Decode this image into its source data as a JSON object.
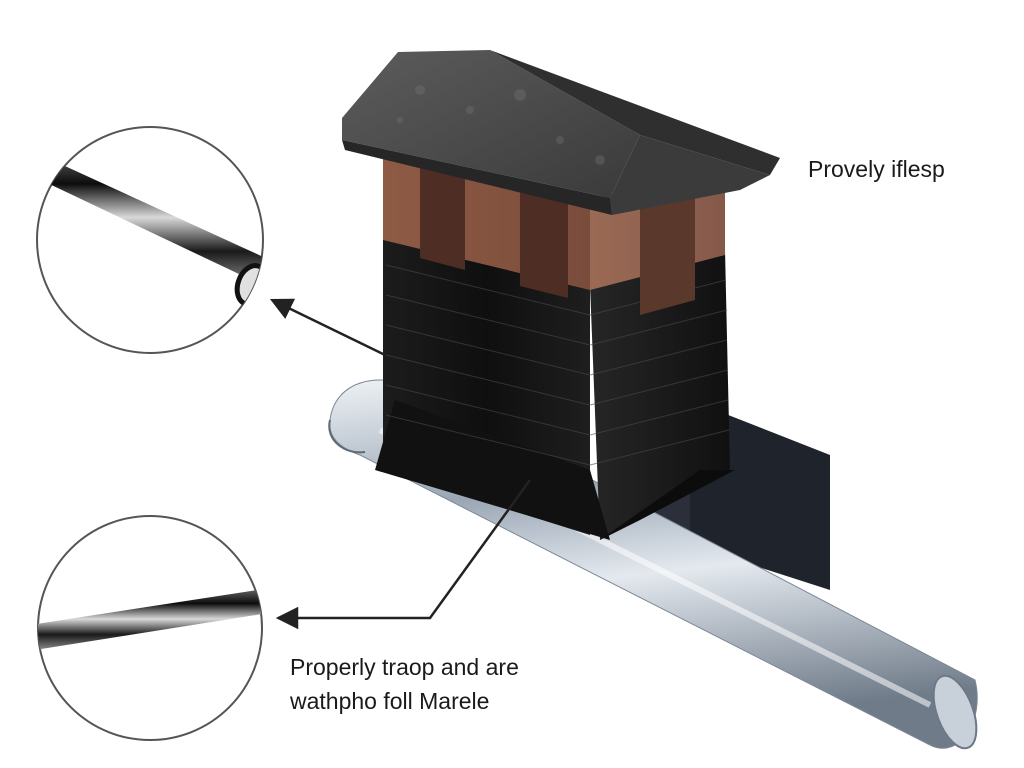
{
  "labels": {
    "top_right": "Provely iflesp",
    "bottom_line1": "Properly traop and are",
    "bottom_line2": "wathpho foll Marele"
  },
  "colors": {
    "background": "#ffffff",
    "roof_slate": "#4a4a4a",
    "brick": "#8a5a46",
    "wrap_black": "#151515",
    "pipe_silver": "#b9c3cf",
    "base_block": "#1e2129",
    "arrow": "#222222",
    "circle_stroke": "#555555"
  },
  "icons": {
    "upper_inset": "black-tube-detail",
    "lower_inset": "black-tube-detail",
    "arrows": "callout-arrow"
  }
}
